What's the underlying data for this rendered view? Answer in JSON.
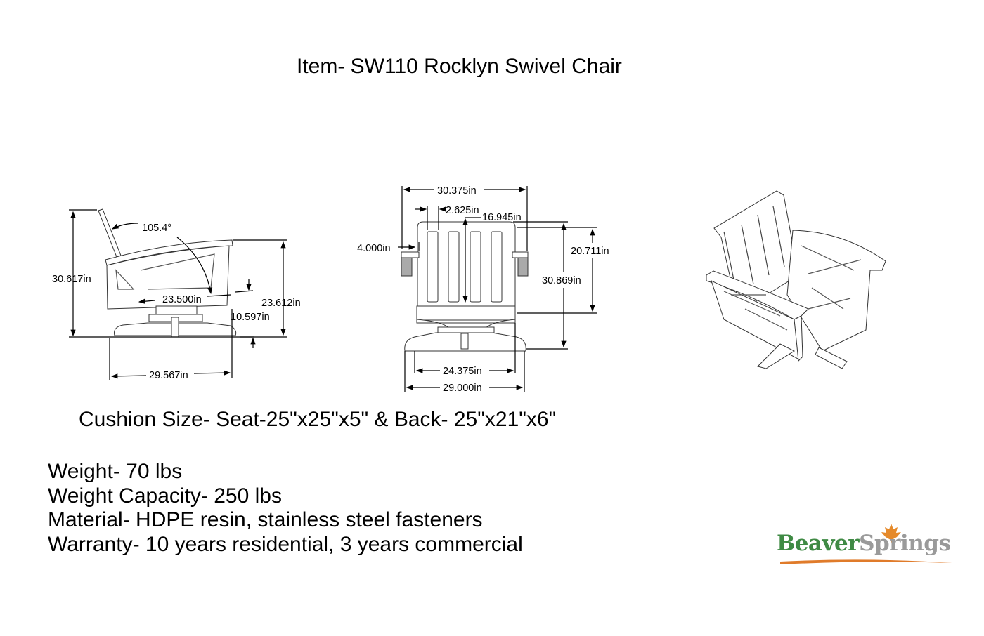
{
  "title": "Item- SW110 Rocklyn Swivel Chair",
  "side_view": {
    "angle": "105.4°",
    "overall_height": "30.617in",
    "seat_depth": "23.500in",
    "arm_height": "23.612in",
    "seat_height": "10.597in",
    "overall_depth": "29.567in"
  },
  "front_view": {
    "overall_width": "30.375in",
    "slat_width": "2.625in",
    "slat_height": "16.945in",
    "arm_width": "4.000in",
    "back_height": "20.711in",
    "overall_height": "30.869in",
    "inner_width": "24.375in",
    "base_width": "29.000in"
  },
  "cushion": "Cushion Size- Seat-25\"x25\"x5\" & Back- 25\"x21\"x6\"",
  "specs": [
    "Weight- 70 lbs",
    "Weight Capacity- 250 lbs",
    "Material- HDPE resin, stainless steel fasteners",
    "Warranty- 10 years residential, 3 years commercial"
  ],
  "logo": {
    "part1": "Beaver",
    "part2": "Springs",
    "color1": "#3f8a44",
    "color2": "#9a9a9a",
    "accent": "#e07b2a"
  }
}
